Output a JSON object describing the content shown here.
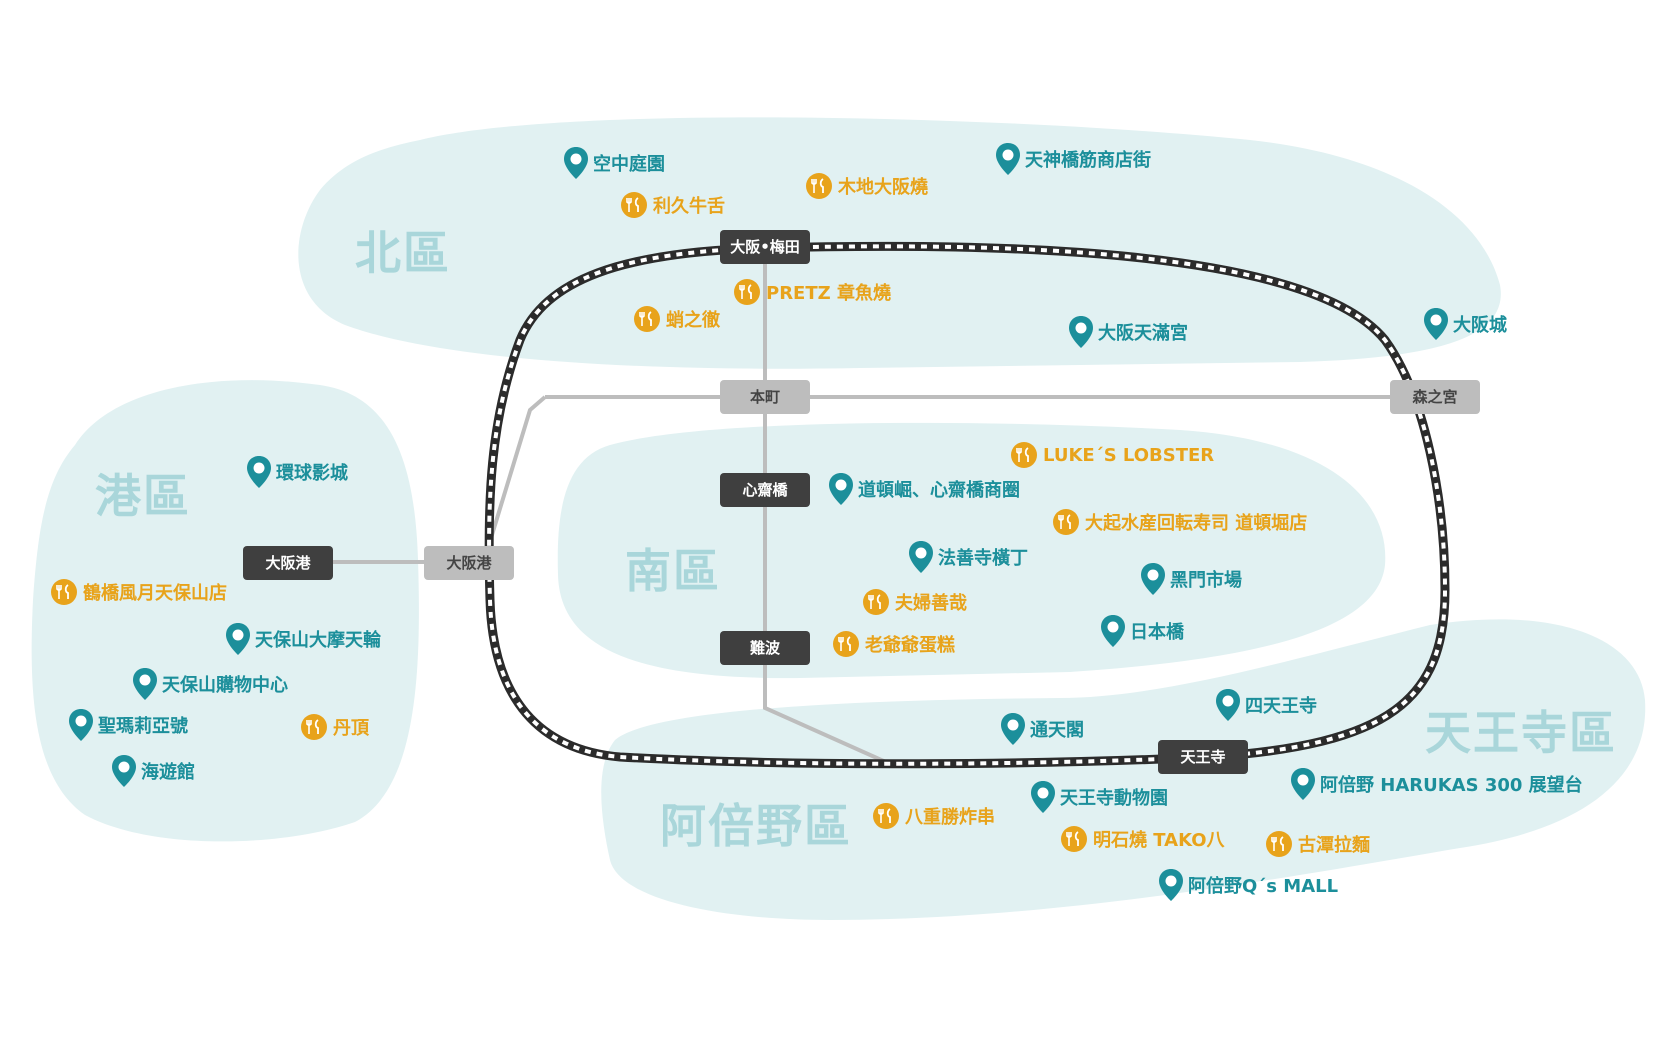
{
  "colors": {
    "region_fill": "#e1f1f2",
    "region_label": "#a9d6da",
    "attraction": "#1c8f9b",
    "food": "#e8a31b",
    "station_dark": "#3f3f3f",
    "station_light": "#bdbdbd",
    "connector_line": "#bdbdbd",
    "loop_line": "#333333"
  },
  "legend_icons": {
    "attraction": "map-pin-icon",
    "food": "fork-knife-icon"
  },
  "areas": [
    {
      "id": "north",
      "label": "北區"
    },
    {
      "id": "port",
      "label": "港區"
    },
    {
      "id": "south",
      "label": "南區"
    },
    {
      "id": "tennoji",
      "label": "天王寺區"
    },
    {
      "id": "abeno",
      "label": "阿倍野區"
    }
  ],
  "stations": [
    {
      "id": "umeda",
      "label": "大阪•梅田",
      "style": "dark"
    },
    {
      "id": "honmachi",
      "label": "本町",
      "style": "light"
    },
    {
      "id": "morinomiya",
      "label": "森之宮",
      "style": "light"
    },
    {
      "id": "shinsaibashi",
      "label": "心齋橋",
      "style": "dark"
    },
    {
      "id": "namba",
      "label": "難波",
      "style": "dark"
    },
    {
      "id": "tennoji",
      "label": "天王寺",
      "style": "dark"
    },
    {
      "id": "osakako_dark",
      "label": "大阪港",
      "style": "dark"
    },
    {
      "id": "osakako_light",
      "label": "大阪港",
      "style": "light"
    }
  ],
  "pois": [
    {
      "id": "sky-garden",
      "label": "空中庭園",
      "type": "attraction"
    },
    {
      "id": "rikyu",
      "label": "利久牛舌",
      "type": "food"
    },
    {
      "id": "kiji",
      "label": "木地大阪燒",
      "type": "food"
    },
    {
      "id": "tenjinbashi",
      "label": "天神橋筋商店街",
      "type": "attraction"
    },
    {
      "id": "pretz",
      "label": "PRETZ 章魚燒",
      "type": "food"
    },
    {
      "id": "takotetsu",
      "label": "蛸之徹",
      "type": "food"
    },
    {
      "id": "tenmangu",
      "label": "大阪天滿宮",
      "type": "attraction"
    },
    {
      "id": "osaka-castle",
      "label": "大阪城",
      "type": "attraction"
    },
    {
      "id": "usj",
      "label": "環球影城",
      "type": "attraction"
    },
    {
      "id": "tsuruhashi",
      "label": "鶴橋風月天保山店",
      "type": "food"
    },
    {
      "id": "wheel",
      "label": "天保山大摩天輪",
      "type": "attraction"
    },
    {
      "id": "tempozan-mall",
      "label": "天保山購物中心",
      "type": "attraction"
    },
    {
      "id": "santa-maria",
      "label": "聖瑪莉亞號",
      "type": "attraction"
    },
    {
      "id": "tanchou",
      "label": "丹頂",
      "type": "food"
    },
    {
      "id": "kaiyukan",
      "label": "海遊館",
      "type": "attraction"
    },
    {
      "id": "lukes",
      "label": "LUKE´S LOBSTER",
      "type": "food"
    },
    {
      "id": "dotonbori",
      "label": "道頓崛、心齋橋商圈",
      "type": "attraction"
    },
    {
      "id": "ookisuisan",
      "label": "大起水産回転寿司 道頓堀店",
      "type": "food"
    },
    {
      "id": "hozenji",
      "label": "法善寺橫丁",
      "type": "attraction"
    },
    {
      "id": "kuromon",
      "label": "黑門市場",
      "type": "attraction"
    },
    {
      "id": "meotozenzai",
      "label": "夫婦善哉",
      "type": "food"
    },
    {
      "id": "nipponbashi",
      "label": "日本橋",
      "type": "attraction"
    },
    {
      "id": "rikuro",
      "label": "老爺爺蛋糕",
      "type": "food"
    },
    {
      "id": "shitennoji",
      "label": "四天王寺",
      "type": "attraction"
    },
    {
      "id": "tsutenkaku",
      "label": "通天閣",
      "type": "attraction"
    },
    {
      "id": "zoo",
      "label": "天王寺動物園",
      "type": "attraction"
    },
    {
      "id": "harukas",
      "label": "阿倍野 HARUKAS 300 展望台",
      "type": "attraction"
    },
    {
      "id": "yaejyu",
      "label": "八重勝炸串",
      "type": "food"
    },
    {
      "id": "akashiyaki",
      "label": "明石燒 TAKO八",
      "type": "food"
    },
    {
      "id": "kotan",
      "label": "古潭拉麵",
      "type": "food"
    },
    {
      "id": "qsmall",
      "label": "阿倍野Q´s MALL",
      "type": "attraction"
    }
  ]
}
